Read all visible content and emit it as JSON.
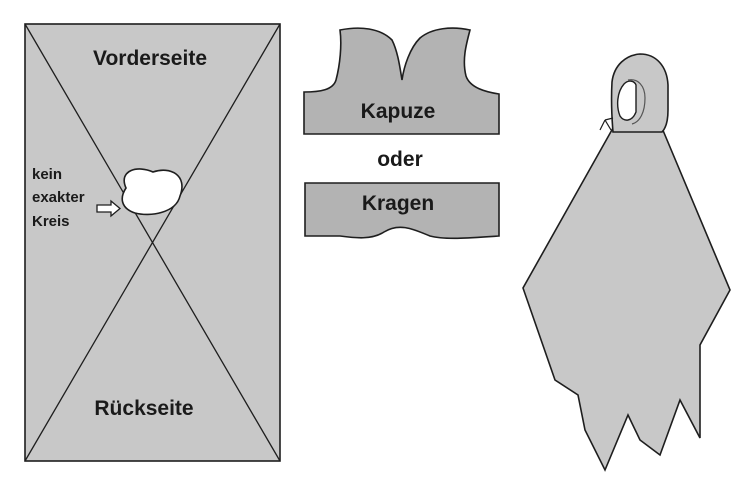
{
  "labels": {
    "front": "Vorderseite",
    "back": "Rückseite",
    "note_line1": "kein",
    "note_line2": "exakter",
    "note_line3": "Kreis",
    "hood": "Kapuze",
    "or": "oder",
    "collar": "Kragen"
  },
  "colors": {
    "fabric": "#c8c8c8",
    "piece": "#b3b3b3",
    "outline": "#1e1e1e",
    "hole": "#ffffff"
  },
  "icons": {
    "note_arrow": "arrow-right-outline-icon"
  }
}
